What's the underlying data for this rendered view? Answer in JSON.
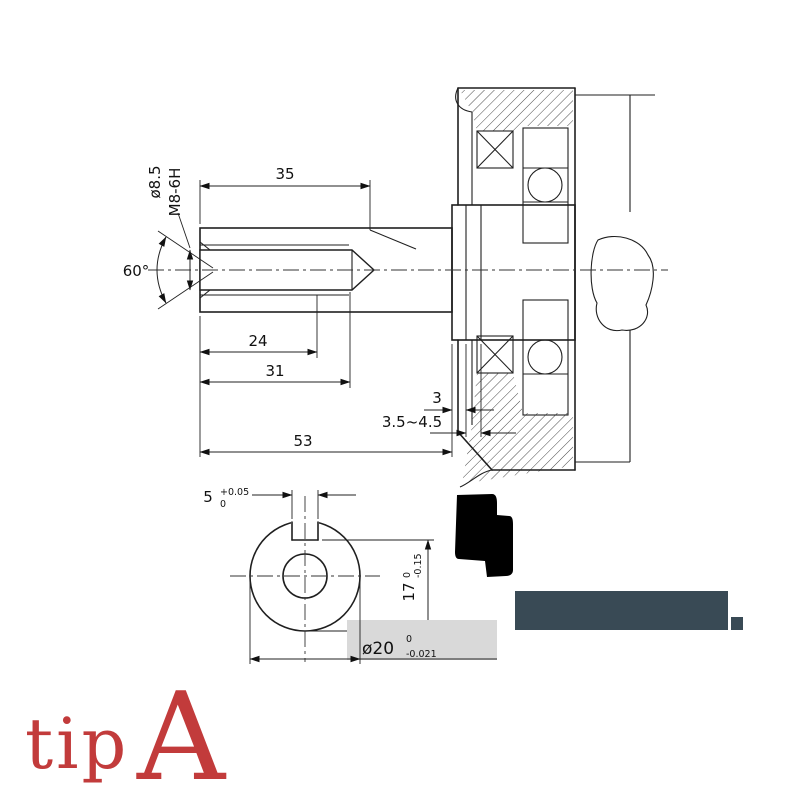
{
  "page": {
    "background": "#ffffff"
  },
  "caption": {
    "tip": "tip",
    "variant": "A",
    "color": "#c23b3b"
  },
  "side_view": {
    "dim_35": "35",
    "dim_bore_dia": "ø8.5",
    "dim_thread": "M8-6H",
    "dim_angle": "60°",
    "dim_24": "24",
    "dim_31": "31",
    "dim_3": "3",
    "dim_groove": "3.5~4.5",
    "dim_53": "53"
  },
  "end_view": {
    "dim_key_width": "5",
    "key_width_tol_upper": "+0.05",
    "key_width_tol_lower": "0",
    "dim_key_height": "17",
    "key_height_tol_upper": "0",
    "key_height_tol_lower": "-0.15",
    "dim_shaft_dia": "ø20",
    "shaft_dia_tol_upper": "0",
    "shaft_dia_tol_lower": "-0.021"
  },
  "colors": {
    "line": "#1f1f1f",
    "redaction_bar": "#394a55",
    "highlight_box": "#d9d9d9",
    "accent_red": "#c23b3b"
  }
}
